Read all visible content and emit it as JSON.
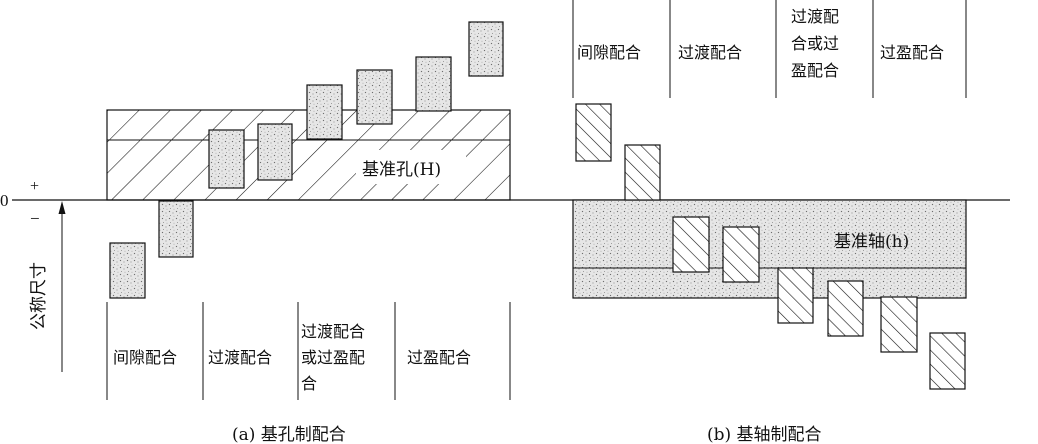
{
  "zero_line_label": "0",
  "plus_sign": "+",
  "minus_sign": "−",
  "axis_label": "公称尺寸",
  "left_panel": {
    "base_label": "基准孔(H)",
    "columns": [
      {
        "lines": [
          "间隙配合"
        ]
      },
      {
        "lines": [
          "过渡配合"
        ]
      },
      {
        "lines": [
          "过渡配合",
          "或过盈配",
          "合"
        ]
      },
      {
        "lines": [
          "过盈配合"
        ]
      }
    ],
    "caption": "(a) 基孔制配合"
  },
  "right_panel": {
    "base_label": "基准轴(h)",
    "columns": [
      {
        "lines": [
          "间隙配合"
        ]
      },
      {
        "lines": [
          "过渡配合"
        ]
      },
      {
        "lines": [
          "过渡配",
          "合或过",
          "盈配合"
        ]
      },
      {
        "lines": [
          "过盈配合"
        ]
      }
    ],
    "caption": "(b) 基轴制配合"
  },
  "colors": {
    "line": "#111111",
    "stipple_bg": "#e6e6e6",
    "stipple_dot": "#6e6e6e",
    "background": "#ffffff"
  }
}
